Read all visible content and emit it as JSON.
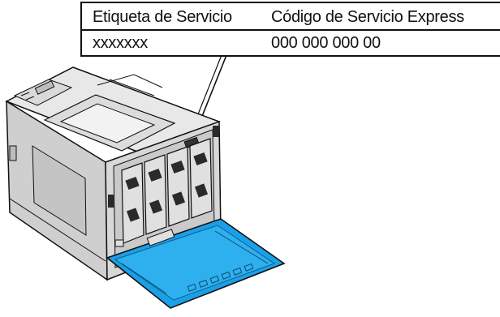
{
  "label": {
    "service_tag_heading": "Etiqueta de Servicio",
    "express_code_heading": "Código de Servicio Express",
    "service_tag_value": "xxxxxxx",
    "express_code_value": "000 000 000 00"
  },
  "colors": {
    "outline": "#111111",
    "printer_body": "#d0d0d0",
    "printer_light": "#e6e6e6",
    "printer_dark": "#a8a8a8",
    "front_cover": "#1aa0e6",
    "front_cover_dark": "#0c7cc0"
  }
}
